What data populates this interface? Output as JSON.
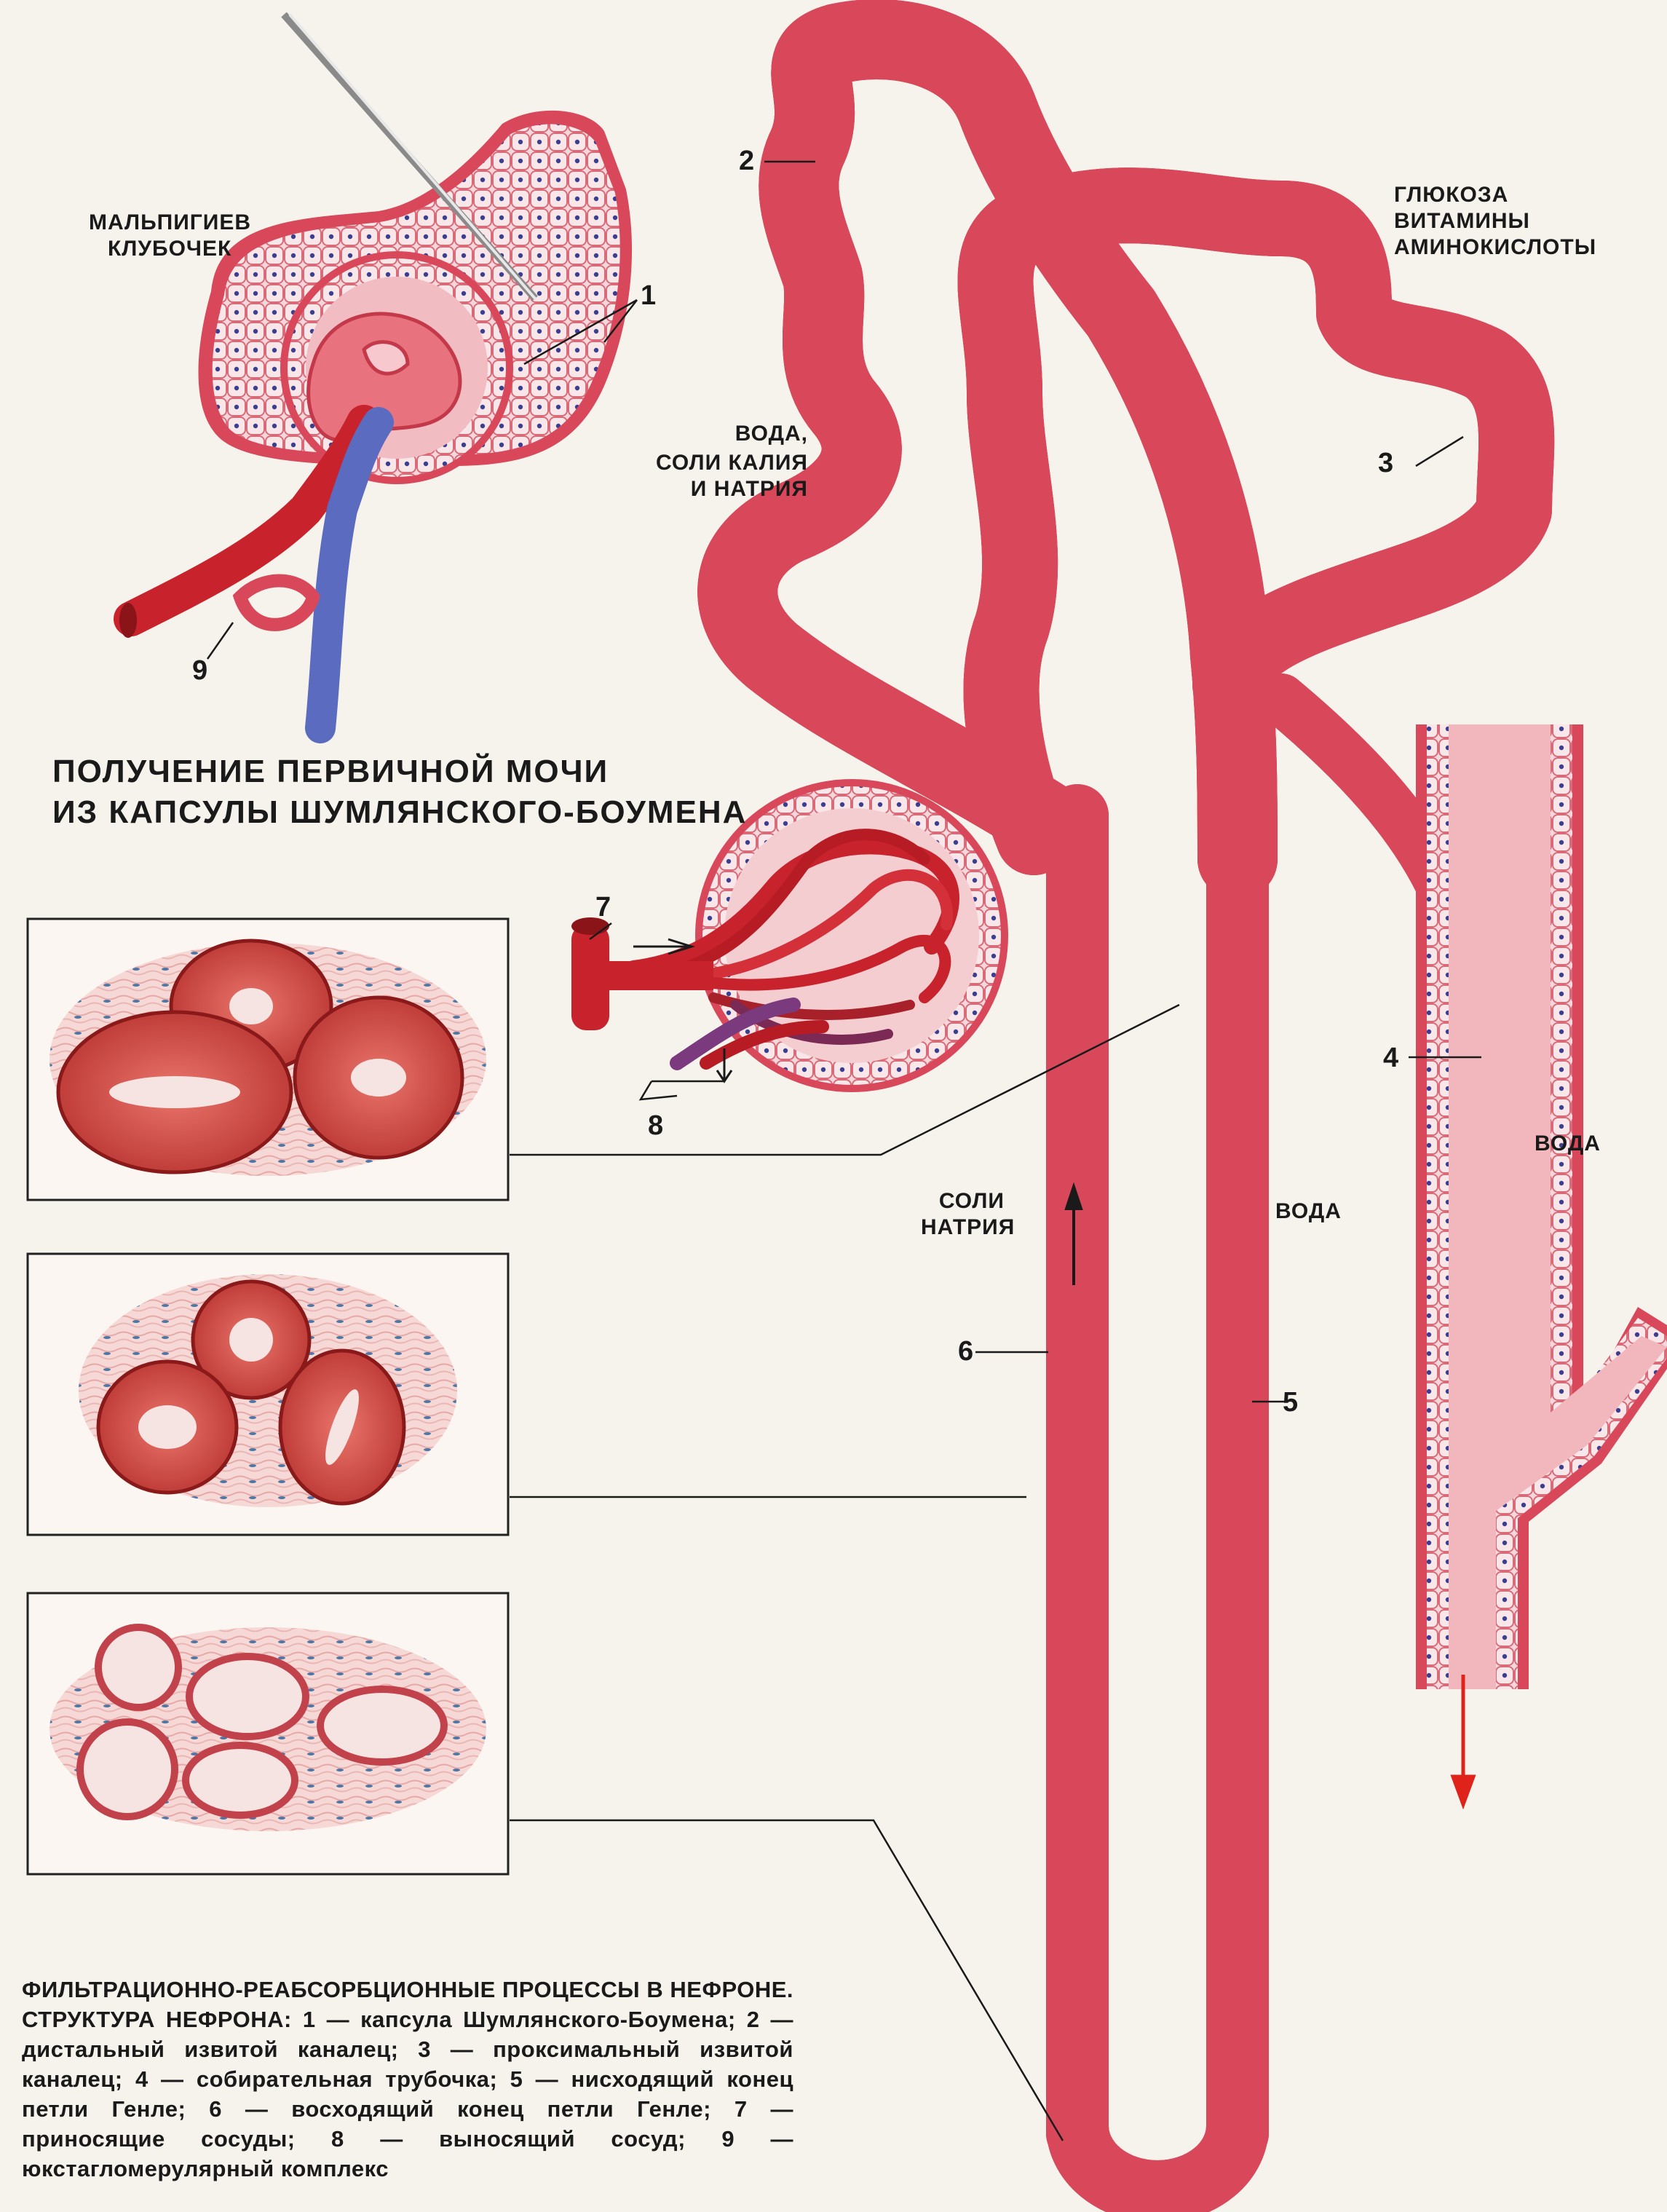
{
  "labels": {
    "glomerulus": [
      "МАЛЬПИГИЕВ",
      "КЛУБОЧЕК"
    ],
    "reabsorbed_proximal": [
      "ГЛЮКОЗА",
      "ВИТАМИНЫ",
      "АМИНОКИСЛОТЫ"
    ],
    "reabsorbed_distal": [
      "ВОДА,",
      "СОЛИ КАЛИЯ",
      "И НАТРИЯ"
    ],
    "ascending_sodium": [
      "СОЛИ",
      "НАТРИЯ"
    ],
    "descending_water": "ВОДА",
    "collecting_water": "ВОДА"
  },
  "numbers": {
    "n1": "1",
    "n2": "2",
    "n3": "3",
    "n4": "4",
    "n5": "5",
    "n6": "6",
    "n7": "7",
    "n8": "8",
    "n9": "9"
  },
  "title": [
    "ПОЛУЧЕНИЕ ПЕРВИЧНОЙ МОЧИ",
    "ИЗ КАПСУЛЫ ШУМЛЯНСКОГО-БОУМЕНА"
  ],
  "caption": {
    "heading": "ФИЛЬТРАЦИОННО-РЕАБСОРБЦИОННЫЕ ПРОЦЕССЫ В НЕФРОНЕ. СТРУКТУРА НЕФРОНА:",
    "body": "1 — капсула Шумлянского-Боумена; 2 — дистальный извитой каналец; 3 — проксимальный извитой каналец; 4 — собирательная трубочка; 5 — нисходящий конец петли Генле; 6 — восходящий конец петли Генле; 7 — приносящие сосуды; 8 — выносящий сосуд; 9 — юкстагломерулярный комплекс"
  },
  "colors": {
    "tubule": "#f2b7bd",
    "tubule_wall": "#d8485a",
    "cell": "#f7dfe2",
    "nucleus": "#3a3f8f",
    "artery": "#c8232c",
    "vein": "#4a5fb0",
    "flow_arrow": "#e0231a"
  }
}
